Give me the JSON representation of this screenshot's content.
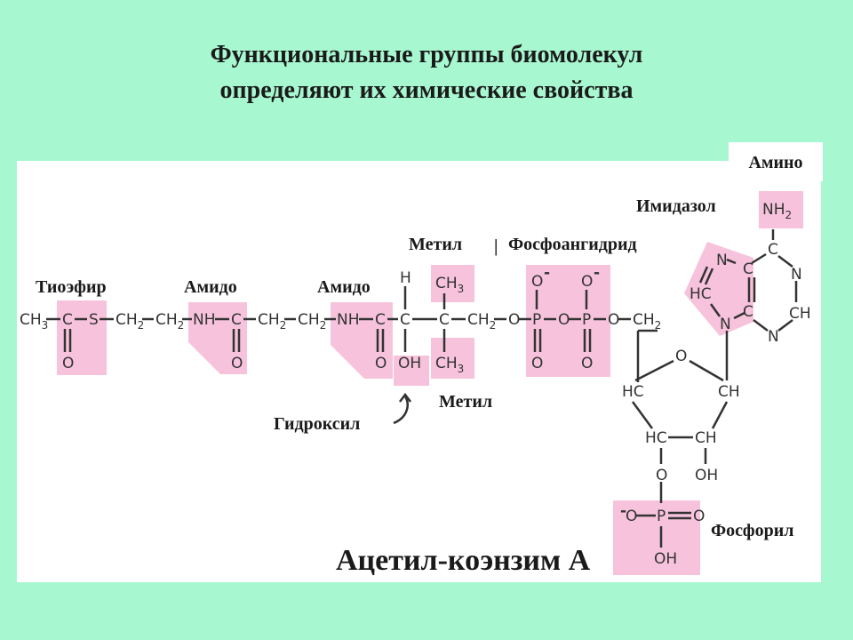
{
  "title": {
    "line1": "Функциональные группы биомолекул",
    "line2": "определяют их химические свойства"
  },
  "labels": {
    "amino": "Амино",
    "imidazole": "Имидазол",
    "methyl_top": "Метил",
    "separator": "|",
    "phosphoanhydride": "Фосфоангидрид",
    "thioester": "Тиоэфир",
    "amido1": "Амидо",
    "amido2": "Амидо",
    "methyl_bottom": "Метил",
    "hydroxyl": "Гидроксил",
    "phosphoryl": "Фосфорил",
    "compound_name": "Ацетил-коэнзим А"
  },
  "atoms": {
    "c": "C",
    "o": "O",
    "s": "S",
    "h": "H",
    "n": "N",
    "p": "P",
    "nh": "NH",
    "ch": "CH",
    "hc": "HC",
    "oh": "OH",
    "ch3": "CH",
    "ch2": "CH",
    "sub2": "2",
    "sub3": "3",
    "minus": "-",
    "nh2": "NH"
  },
  "colors": {
    "background": "#a7f7d0",
    "highlight": "#f7c3dc",
    "panel": "#ffffff",
    "bond": "#333333"
  }
}
